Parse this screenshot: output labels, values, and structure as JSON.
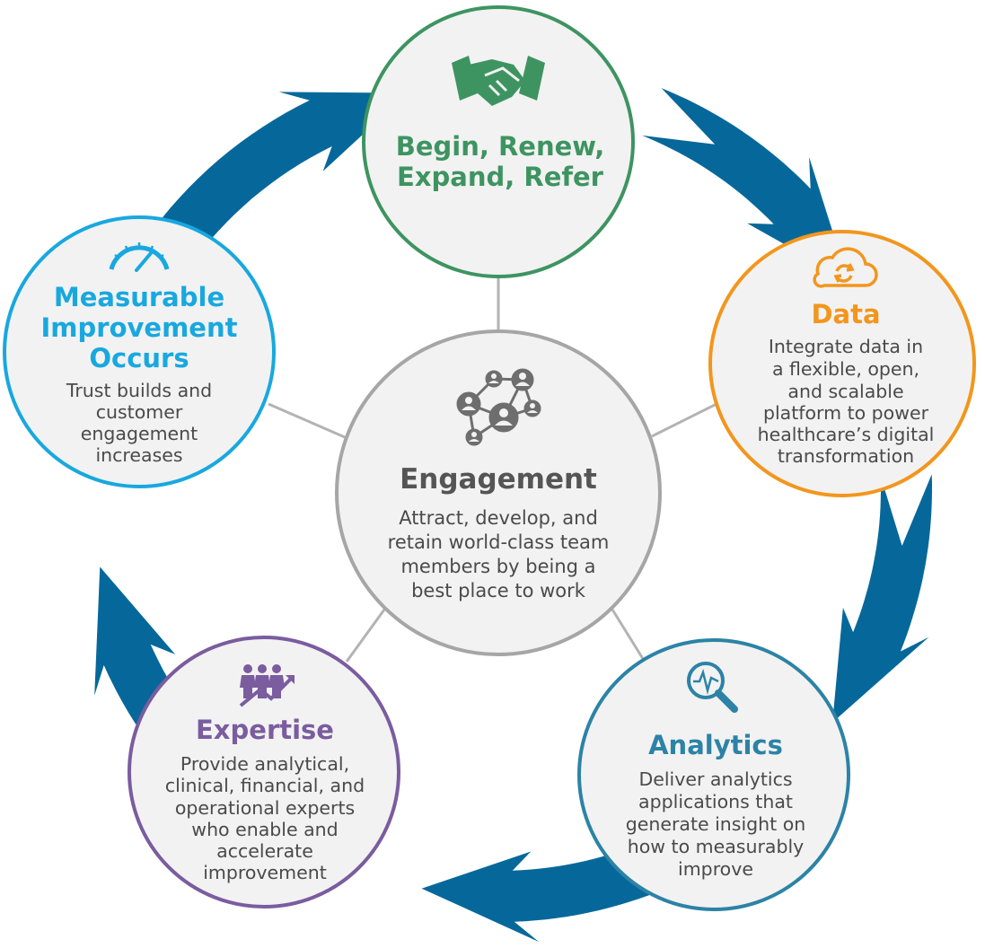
{
  "colors": {
    "ring": "#06689a",
    "connector": "#b3b3b3",
    "node_fill": "#f2f2f2",
    "begin": "#3e9461",
    "data": "#f2961d",
    "analytics": "#2c83a6",
    "expertise": "#7a5c9f",
    "measurable": "#18a8df",
    "center": "#a6a6a6"
  },
  "center": {
    "icon": "network-people-icon",
    "title": "Engagement",
    "body": [
      "Attract, develop, and",
      "retain world-class team",
      "members by being a",
      "best place to work"
    ]
  },
  "nodes": {
    "begin": {
      "icon": "handshake-icon",
      "title": [
        "Begin, Renew,",
        "Expand, Refer"
      ],
      "body": []
    },
    "data": {
      "icon": "cloud-sync-icon",
      "title": [
        "Data"
      ],
      "body": [
        "Integrate data in",
        "a flexible, open,",
        "and scalable",
        "platform to power",
        "healthcare’s digital",
        "transformation"
      ]
    },
    "analytics": {
      "icon": "magnifier-pulse-icon",
      "title": [
        "Analytics"
      ],
      "body": [
        "Deliver analytics",
        "applications that",
        "generate insight on",
        "how to measurably",
        "improve"
      ]
    },
    "expertise": {
      "icon": "team-growth-icon",
      "title": [
        "Expertise"
      ],
      "body": [
        "Provide analytical,",
        "clinical, financial, and",
        "operational experts",
        "who enable and",
        "accelerate",
        "improvement"
      ]
    },
    "measurable": {
      "icon": "speedometer-icon",
      "title": [
        "Measurable",
        "Improvement",
        "Occurs"
      ],
      "body": [
        "Trust builds and",
        "customer",
        "engagement",
        "increases"
      ]
    }
  }
}
